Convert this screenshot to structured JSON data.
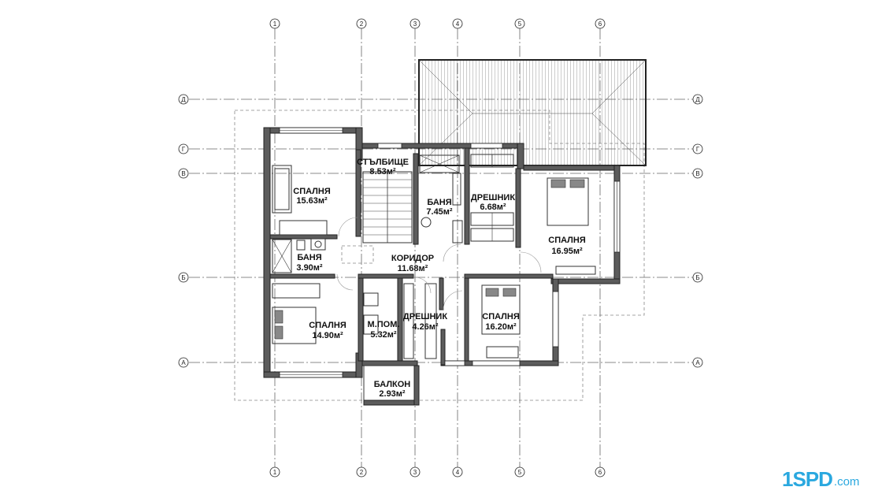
{
  "axes": {
    "columns": [
      {
        "label": "1"
      },
      {
        "label": "2"
      },
      {
        "label": "3"
      },
      {
        "label": "4"
      },
      {
        "label": "5"
      },
      {
        "label": "6"
      }
    ],
    "rows": [
      {
        "label": "Д"
      },
      {
        "label": "Г"
      },
      {
        "label": "В"
      },
      {
        "label": "Б"
      },
      {
        "label": "А"
      }
    ]
  },
  "rooms": [
    {
      "name": "СТЪЛБИЩЕ",
      "area": "8.53м²"
    },
    {
      "name": "СПАЛНЯ",
      "area": "15.63м²"
    },
    {
      "name": "БАНЯ",
      "area": "7.45м²"
    },
    {
      "name": "ДРЕШНИК",
      "area": "6.68м²"
    },
    {
      "name": "СПАЛНЯ",
      "area": "16.95м²"
    },
    {
      "name": "БАНЯ",
      "area": "3.90м²"
    },
    {
      "name": "КОРИДОР",
      "area": "11.68м²"
    },
    {
      "name": "СПАЛНЯ",
      "area": "14.90м²"
    },
    {
      "name": "М.ПОМ.",
      "area": "5.32м²"
    },
    {
      "name": "ДРЕШНИК",
      "area": "4.26м²"
    },
    {
      "name": "СПАЛНЯ",
      "area": "16.20м²"
    },
    {
      "name": "БАЛКОН",
      "area": "2.93м²"
    }
  ],
  "logo": {
    "brand": "1SPD",
    "domain": ".com"
  }
}
